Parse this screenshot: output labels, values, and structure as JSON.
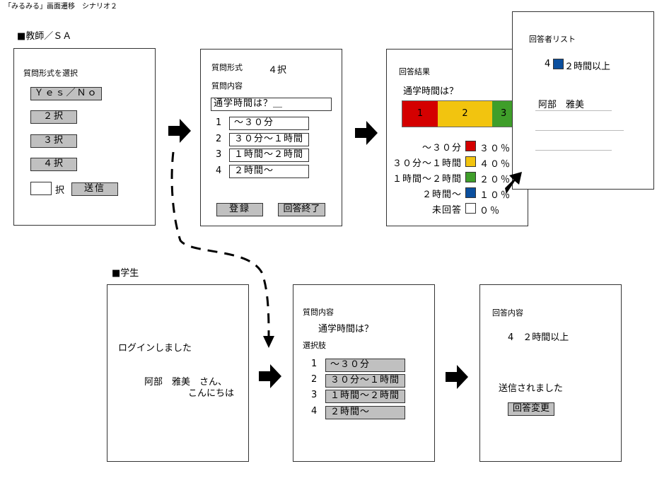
{
  "title": "「みるみる」画面遷移　シナリオ２",
  "teacher_label": "■教師／ＳＡ",
  "student_label": "■学生",
  "screen1": {
    "heading": "質問形式を選択",
    "yesno": "Ｙｅｓ／Ｎｏ",
    "c2": "２択",
    "c3": "３択",
    "c4": "４択",
    "custom_suffix": "択",
    "send": "送信"
  },
  "screen2": {
    "format_label": "質問形式",
    "format_value": "４択",
    "content_label": "質問内容",
    "question": "通学時間は？＿",
    "options": [
      {
        "n": "1",
        "text": "～３０分"
      },
      {
        "n": "2",
        "text": "３０分～１時間"
      },
      {
        "n": "3",
        "text": "１時間～２時間"
      },
      {
        "n": "4",
        "text": "２時間～"
      }
    ],
    "register": "登録",
    "end": "回答終了"
  },
  "screen3": {
    "heading": "回答結果",
    "question": "通学時間は？",
    "bar_labels": [
      "1",
      "2",
      "3"
    ],
    "legend": [
      {
        "label": "～３０分",
        "pct": "３０％",
        "color": "#d40000",
        "value": 30
      },
      {
        "label": "３０分～１時間",
        "pct": "４０％",
        "color": "#f2c40f",
        "value": 40
      },
      {
        "label": "１時間～２時間",
        "pct": "２０％",
        "color": "#3f9e2a",
        "value": 20
      },
      {
        "label": "２時間～",
        "pct": "１０％",
        "color": "#0b4f9e",
        "value": 10
      },
      {
        "label": "未回答",
        "pct": "０％",
        "color": "#ffffff",
        "value": 0
      }
    ]
  },
  "screen4": {
    "heading": "回答者リスト",
    "num": "4",
    "choice": "２時間以上",
    "color": "#0b4f9e",
    "respondent": "阿部　雅美"
  },
  "screen5": {
    "msg": "ログインしました",
    "name": "阿部　雅美　さん、",
    "greet": "こんにちは"
  },
  "screen6": {
    "content_label": "質問内容",
    "question": "通学時間は？",
    "choices_label": "選択肢",
    "options": [
      {
        "n": "1",
        "text": "～３０分"
      },
      {
        "n": "2",
        "text": "３０分～１時間"
      },
      {
        "n": "3",
        "text": "１時間～２時間"
      },
      {
        "n": "4",
        "text": "２時間～"
      }
    ]
  },
  "screen7": {
    "heading": "回答内容",
    "answer": "4　２時間以上",
    "sent": "送信されました",
    "change": "回答変更"
  }
}
